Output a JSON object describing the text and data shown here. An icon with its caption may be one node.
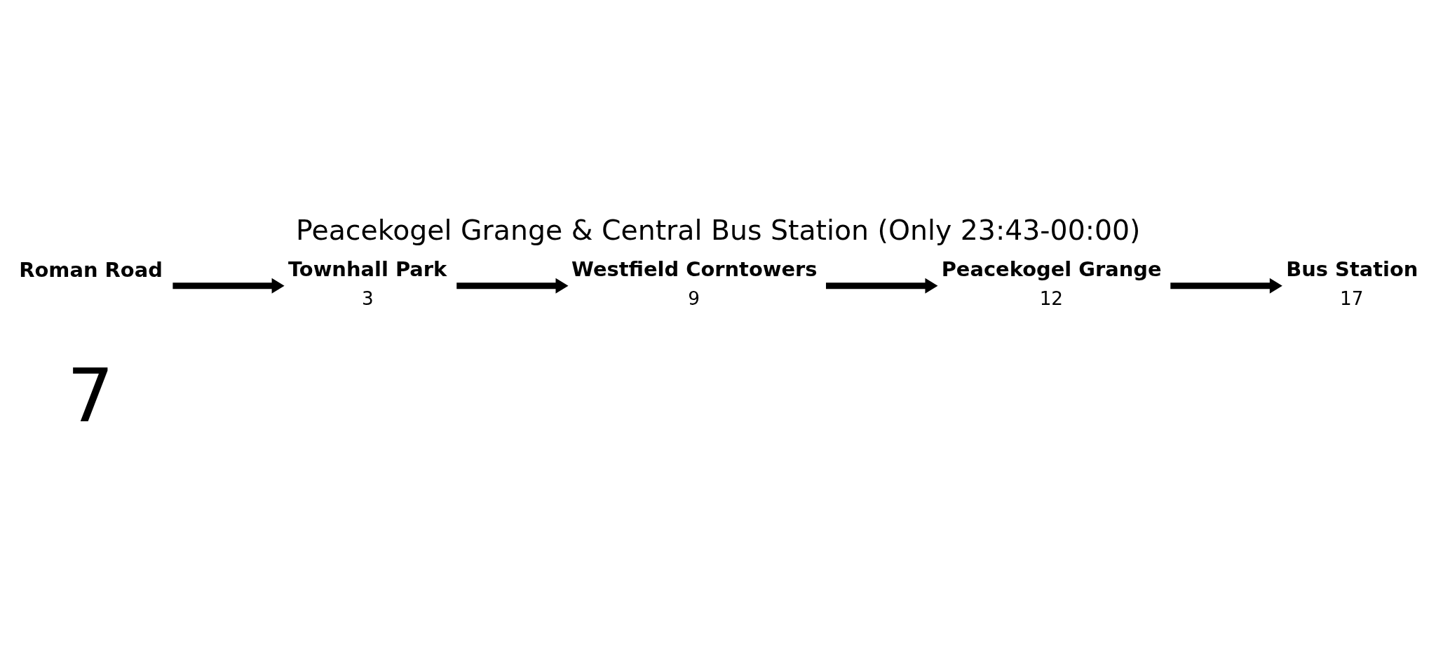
{
  "diagram": {
    "title": "Peacekogel Grange & Central Bus Station (Only 23:43-00:00)",
    "nodes": [
      {
        "text": [
          "Roman Road"
        ]
      },
      {
        "text": [
          "Townhall Park"
        ],
        "beside": [
          "3"
        ]
      },
      {
        "text": [
          "Westfield Corntowers"
        ],
        "beside": [
          "9"
        ]
      },
      {
        "text": [
          "Peacekogel Grange"
        ],
        "beside": [
          "12"
        ]
      },
      {
        "text": [
          "Bus Station"
        ],
        "beside": [
          "17"
        ]
      }
    ],
    "edges": [
      {
        "from": 0,
        "to": 1,
        "arrow": "to"
      },
      {
        "from": 1,
        "to": 2,
        "arrow": "to"
      },
      {
        "from": 2,
        "to": 3,
        "arrow": "to"
      },
      {
        "from": 3,
        "to": 4,
        "arrow": "to"
      }
    ],
    "labels": [
      "7"
    ]
  }
}
